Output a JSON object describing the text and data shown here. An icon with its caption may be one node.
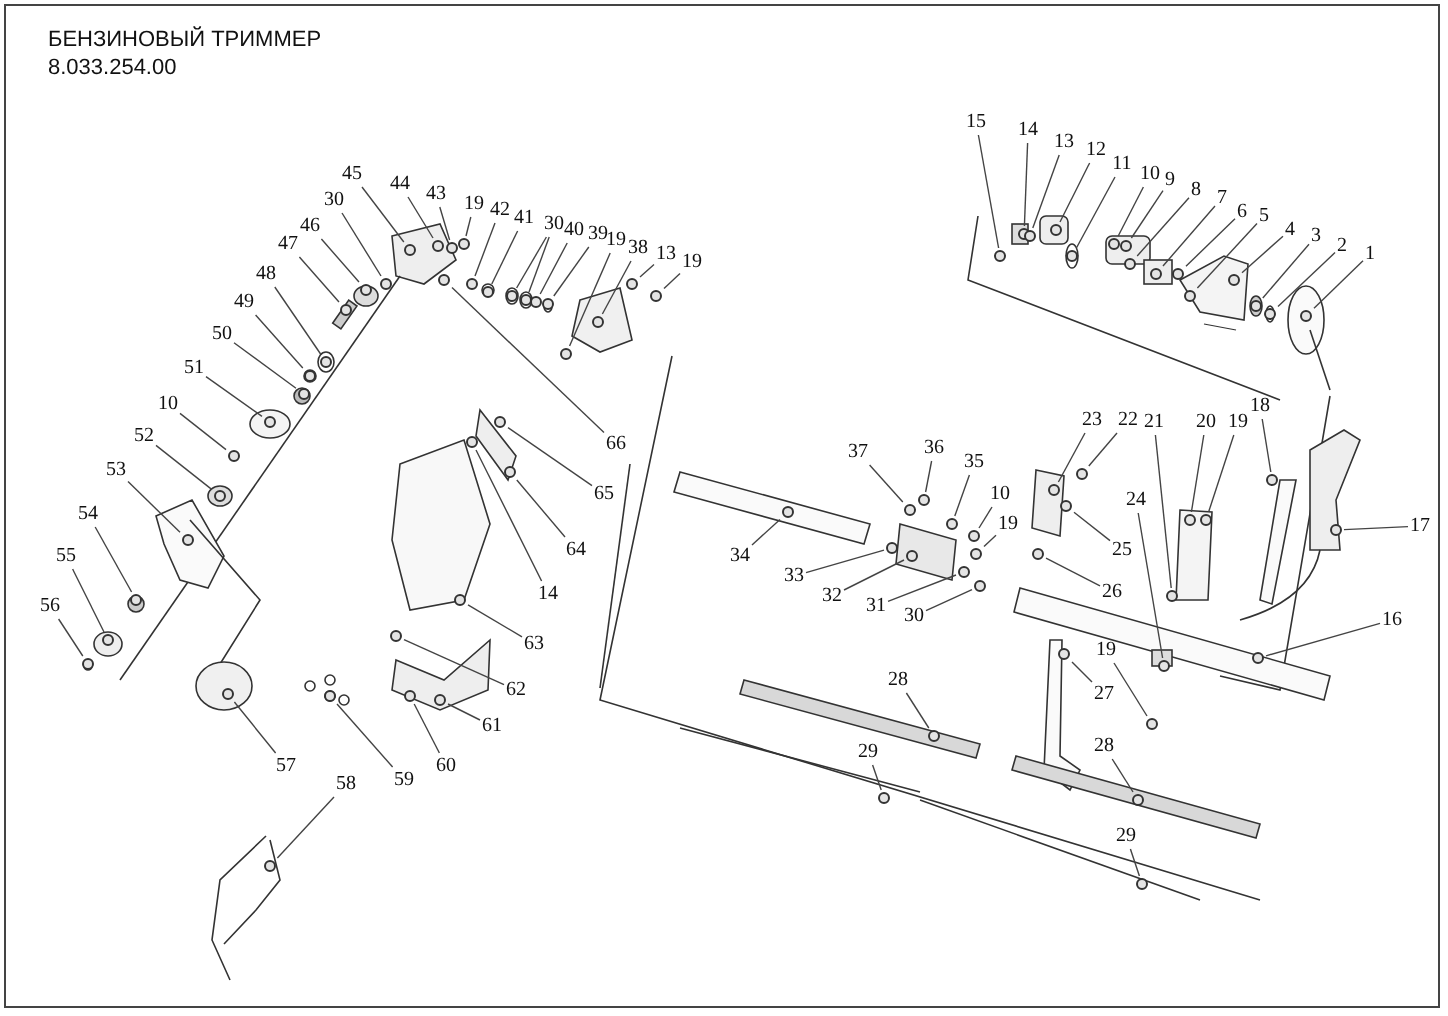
{
  "diagram": {
    "title": "БЕНЗИНОВЫЙ ТРИММЕР",
    "nodes": [
      {
        "text": [
          "15"
        ]
      },
      {
        "text": [
          "14"
        ]
      },
      {
        "text": [
          "13"
        ]
      },
      {
        "text": [
          "12"
        ]
      },
      {
        "text": [
          "11"
        ]
      },
      {
        "text": [
          "10"
        ]
      },
      {
        "text": [
          "9"
        ]
      },
      {
        "text": [
          "8"
        ]
      },
      {
        "text": [
          "7"
        ]
      },
      {
        "text": [
          "6"
        ]
      },
      {
        "text": [
          "5"
        ]
      },
      {
        "text": [
          "4"
        ]
      },
      {
        "text": [
          "3"
        ]
      },
      {
        "text": [
          "2"
        ]
      },
      {
        "text": [
          "1"
        ]
      },
      {
        "text": [
          "45"
        ]
      },
      {
        "text": [
          "30"
        ]
      },
      {
        "text": [
          "44"
        ]
      },
      {
        "text": [
          "43"
        ]
      },
      {
        "text": [
          "19"
        ]
      },
      {
        "text": [
          "42"
        ]
      },
      {
        "text": [
          "41"
        ]
      },
      {
        "text": [
          "30"
        ]
      },
      {
        "text": [
          "40"
        ]
      },
      {
        "text": [
          "39"
        ]
      },
      {
        "text": [
          "19"
        ]
      },
      {
        "text": [
          "38"
        ]
      },
      {
        "text": [
          "13"
        ]
      },
      {
        "text": [
          "19"
        ]
      },
      {
        "text": [
          "46"
        ]
      },
      {
        "text": [
          "47"
        ]
      },
      {
        "text": [
          "48"
        ]
      },
      {
        "text": [
          "49"
        ]
      },
      {
        "text": [
          "50"
        ]
      },
      {
        "text": [
          "51"
        ]
      },
      {
        "text": [
          "10"
        ]
      },
      {
        "text": [
          "52"
        ]
      },
      {
        "text": [
          "53"
        ]
      },
      {
        "text": [
          "54"
        ]
      },
      {
        "text": [
          "55"
        ]
      },
      {
        "text": [
          "56"
        ]
      },
      {
        "text": [
          "66"
        ]
      },
      {
        "text": [
          "65"
        ]
      },
      {
        "text": [
          "64"
        ]
      },
      {
        "text": [
          "14"
        ]
      },
      {
        "text": [
          "63"
        ]
      },
      {
        "text": [
          "62"
        ]
      },
      {
        "text": [
          "61"
        ]
      },
      {
        "text": [
          "60"
        ]
      },
      {
        "text": [
          "59"
        ]
      },
      {
        "text": [
          "57"
        ]
      },
      {
        "text": [
          "58"
        ]
      },
      {
        "text": [
          "37"
        ]
      },
      {
        "text": [
          "36"
        ]
      },
      {
        "text": [
          "35"
        ]
      },
      {
        "text": [
          "10"
        ]
      },
      {
        "text": [
          "19"
        ]
      },
      {
        "text": [
          "34"
        ]
      },
      {
        "text": [
          "33"
        ]
      },
      {
        "text": [
          "32"
        ]
      },
      {
        "text": [
          "31"
        ]
      },
      {
        "text": [
          "30"
        ]
      },
      {
        "text": [
          "23"
        ]
      },
      {
        "text": [
          "22"
        ]
      },
      {
        "text": [
          "21"
        ]
      },
      {
        "text": [
          "20"
        ]
      },
      {
        "text": [
          "19"
        ]
      },
      {
        "text": [
          "18"
        ]
      },
      {
        "text": [
          "17"
        ]
      },
      {
        "text": [
          "24"
        ]
      },
      {
        "text": [
          "25"
        ]
      },
      {
        "text": [
          "26"
        ]
      },
      {
        "text": [
          "16"
        ]
      },
      {
        "text": [
          "19"
        ]
      },
      {
        "text": [
          "27"
        ]
      },
      {
        "text": [
          "28"
        ]
      },
      {
        "text": [
          "29"
        ]
      },
      {
        "text": [
          "28"
        ]
      },
      {
        "text": [
          "29"
        ]
      },
      {
        "text": [],
        "shape": "circle"
      },
      {
        "text": [],
        "shape": "circle"
      },
      {
        "text": [],
        "shape": "circle"
      },
      {
        "text": [],
        "shape": "circle"
      },
      {
        "text": [],
        "shape": "circle"
      },
      {
        "text": [],
        "shape": "circle"
      },
      {
        "text": [],
        "shape": "circle"
      },
      {
        "text": [],
        "shape": "circle"
      },
      {
        "text": [],
        "shape": "circle"
      },
      {
        "text": [],
        "shape": "circle"
      },
      {
        "text": [],
        "shape": "circle"
      },
      {
        "text": [],
        "shape": "circle"
      },
      {
        "text": [],
        "shape": "circle"
      },
      {
        "text": [],
        "shape": "circle"
      },
      {
        "text": [],
        "shape": "circle"
      },
      {
        "text": [],
        "shape": "circle"
      },
      {
        "text": [],
        "shape": "circle"
      },
      {
        "text": [],
        "shape": "circle"
      },
      {
        "text": [],
        "shape": "circle"
      },
      {
        "text": [],
        "shape": "circle"
      },
      {
        "text": [],
        "shape": "circle"
      },
      {
        "text": [],
        "shape": "circle"
      },
      {
        "text": [],
        "shape": "circle"
      },
      {
        "text": [],
        "shape": "circle"
      },
      {
        "text": [],
        "shape": "circle"
      },
      {
        "text": [],
        "shape": "circle"
      },
      {
        "text": [],
        "shape": "circle"
      },
      {
        "text": [],
        "shape": "circle"
      },
      {
        "text": [],
        "shape": "circle"
      },
      {
        "text": [],
        "shape": "circle"
      },
      {
        "text": [],
        "shape": "circle"
      },
      {
        "text": [],
        "shape": "circle"
      },
      {
        "text": [],
        "shape": "circle"
      },
      {
        "text": [],
        "shape": "circle"
      },
      {
        "text": [],
        "shape": "circle"
      },
      {
        "text": [],
        "shape": "circle"
      },
      {
        "text": [],
        "shape": "circle"
      },
      {
        "text": [],
        "shape": "circle"
      },
      {
        "text": [],
        "shape": "circle"
      },
      {
        "text": [],
        "shape": "circle"
      },
      {
        "text": [],
        "shape": "circle"
      },
      {
        "text": [],
        "shape": "circle"
      },
      {
        "text": [],
        "shape": "circle"
      },
      {
        "text": [],
        "shape": "circle"
      },
      {
        "text": [],
        "shape": "circle"
      },
      {
        "text": [],
        "shape": "circle"
      },
      {
        "text": [],
        "shape": "circle"
      },
      {
        "text": [],
        "shape": "circle"
      },
      {
        "text": [],
        "shape": "circle"
      },
      {
        "text": [],
        "shape": "circle"
      },
      {
        "text": [],
        "shape": "circle"
      },
      {
        "text": [],
        "shape": "circle"
      },
      {
        "text": [],
        "shape": "circle"
      },
      {
        "text": [],
        "shape": "circle"
      },
      {
        "text": [],
        "shape": "circle"
      },
      {
        "text": [],
        "shape": "circle"
      },
      {
        "text": [],
        "shape": "circle"
      },
      {
        "text": [],
        "shape": "circle"
      },
      {
        "text": [],
        "shape": "circle"
      },
      {
        "text": [],
        "shape": "circle"
      },
      {
        "text": [],
        "shape": "circle"
      },
      {
        "text": [],
        "shape": "circle"
      },
      {
        "text": [],
        "shape": "circle"
      },
      {
        "text": [],
        "shape": "circle"
      },
      {
        "text": [],
        "shape": "circle"
      },
      {
        "text": [],
        "shape": "circle"
      },
      {
        "text": [],
        "shape": "circle"
      },
      {
        "text": [],
        "shape": "circle"
      },
      {
        "text": [],
        "shape": "circle"
      },
      {
        "text": [],
        "shape": "circle"
      },
      {
        "text": [],
        "shape": "circle"
      },
      {
        "text": [],
        "shape": "circle"
      },
      {
        "text": [],
        "shape": "circle"
      },
      {
        "text": [],
        "shape": "circle"
      },
      {
        "text": [],
        "shape": "circle"
      },
      {
        "text": [],
        "shape": "circle"
      },
      {
        "text": [],
        "shape": "circle"
      },
      {
        "text": [],
        "shape": "circle"
      },
      {
        "text": [],
        "shape": "circle"
      },
      {
        "text": [],
        "shape": "circle"
      }
    ],
    "edges": [
      {
        "from": 0,
        "to": 79,
        "arrow": "none"
      },
      {
        "from": 1,
        "to": 80,
        "arrow": "none"
      },
      {
        "from": 2,
        "to": 81,
        "arrow": "none"
      },
      {
        "from": 3,
        "to": 82,
        "arrow": "none"
      },
      {
        "from": 4,
        "to": 83,
        "arrow": "none"
      },
      {
        "from": 5,
        "to": 84,
        "arrow": "none"
      },
      {
        "from": 6,
        "to": 85,
        "arrow": "none"
      },
      {
        "from": 7,
        "to": 86,
        "arrow": "none"
      },
      {
        "from": 8,
        "to": 87,
        "arrow": "none"
      },
      {
        "from": 9,
        "to": 88,
        "arrow": "none"
      },
      {
        "from": 10,
        "to": 89,
        "arrow": "none"
      },
      {
        "from": 11,
        "to": 90,
        "arrow": "none"
      },
      {
        "from": 12,
        "to": 91,
        "arrow": "none"
      },
      {
        "from": 13,
        "to": 92,
        "arrow": "none"
      },
      {
        "from": 14,
        "to": 93,
        "arrow": "none"
      },
      {
        "from": 15,
        "to": 94,
        "arrow": "none"
      },
      {
        "from": 16,
        "to": 95,
        "arrow": "none"
      },
      {
        "from": 17,
        "to": 96,
        "arrow": "none"
      },
      {
        "from": 18,
        "to": 97,
        "arrow": "none"
      },
      {
        "from": 19,
        "to": 98,
        "arrow": "none"
      },
      {
        "from": 20,
        "to": 99,
        "arrow": "none"
      },
      {
        "from": 21,
        "to": 100,
        "arrow": "none"
      },
      {
        "from": 22,
        "to": 101,
        "arrow": "none"
      },
      {
        "from": 22,
        "to": 102,
        "arrow": "none"
      },
      {
        "from": 23,
        "to": 103,
        "arrow": "none"
      },
      {
        "from": 24,
        "to": 104,
        "arrow": "none"
      },
      {
        "from": 25,
        "to": 105,
        "arrow": "none"
      },
      {
        "from": 26,
        "to": 106,
        "arrow": "none"
      },
      {
        "from": 27,
        "to": 107,
        "arrow": "none"
      },
      {
        "from": 28,
        "to": 108,
        "arrow": "none"
      },
      {
        "from": 29,
        "to": 109,
        "arrow": "none"
      },
      {
        "from": 30,
        "to": 110,
        "arrow": "none"
      },
      {
        "from": 31,
        "to": 111,
        "arrow": "none"
      },
      {
        "from": 32,
        "to": 112,
        "arrow": "none"
      },
      {
        "from": 33,
        "to": 113,
        "arrow": "none"
      },
      {
        "from": 34,
        "to": 114,
        "arrow": "none"
      },
      {
        "from": 35,
        "to": 115,
        "arrow": "none"
      },
      {
        "from": 36,
        "to": 116,
        "arrow": "none"
      },
      {
        "from": 37,
        "to": 117,
        "arrow": "none"
      },
      {
        "from": 38,
        "to": 118,
        "arrow": "none"
      },
      {
        "from": 39,
        "to": 119,
        "arrow": "none"
      },
      {
        "from": 40,
        "to": 120,
        "arrow": "none"
      },
      {
        "from": 41,
        "to": 121,
        "arrow": "none"
      },
      {
        "from": 42,
        "to": 122,
        "arrow": "none"
      },
      {
        "from": 43,
        "to": 123,
        "arrow": "none"
      },
      {
        "from": 44,
        "to": 124,
        "arrow": "none"
      },
      {
        "from": 45,
        "to": 125,
        "arrow": "none"
      },
      {
        "from": 46,
        "to": 126,
        "arrow": "none"
      },
      {
        "from": 47,
        "to": 127,
        "arrow": "none"
      },
      {
        "from": 48,
        "to": 128,
        "arrow": "none"
      },
      {
        "from": 49,
        "to": 129,
        "arrow": "none"
      },
      {
        "from": 50,
        "to": 130,
        "arrow": "none"
      },
      {
        "from": 51,
        "to": 131,
        "arrow": "none"
      },
      {
        "from": 52,
        "to": 132,
        "arrow": "none"
      },
      {
        "from": 53,
        "to": 133,
        "arrow": "none"
      },
      {
        "from": 54,
        "to": 134,
        "arrow": "none"
      },
      {
        "from": 55,
        "to": 135,
        "arrow": "none"
      },
      {
        "from": 56,
        "to": 136,
        "arrow": "none"
      },
      {
        "from": 57,
        "to": 137,
        "arrow": "none"
      },
      {
        "from": 58,
        "to": 138,
        "arrow": "none"
      },
      {
        "from": 59,
        "to": 139,
        "arrow": "none"
      },
      {
        "from": 60,
        "to": 140,
        "arrow": "none"
      },
      {
        "from": 61,
        "to": 141,
        "arrow": "none"
      },
      {
        "from": 62,
        "to": 142,
        "arrow": "none"
      },
      {
        "from": 63,
        "to": 143,
        "arrow": "none"
      },
      {
        "from": 64,
        "to": 144,
        "arrow": "none"
      },
      {
        "from": 65,
        "to": 145,
        "arrow": "none"
      },
      {
        "from": 66,
        "to": 146,
        "arrow": "none"
      },
      {
        "from": 67,
        "to": 147,
        "arrow": "none"
      },
      {
        "from": 68,
        "to": 148,
        "arrow": "none"
      },
      {
        "from": 69,
        "to": 149,
        "arrow": "none"
      },
      {
        "from": 70,
        "to": 150,
        "arrow": "none"
      },
      {
        "from": 71,
        "to": 151,
        "arrow": "none"
      },
      {
        "from": 72,
        "to": 152,
        "arrow": "none"
      },
      {
        "from": 73,
        "to": 153,
        "arrow": "none"
      },
      {
        "from": 74,
        "to": 154,
        "arrow": "none"
      },
      {
        "from": 75,
        "to": 155,
        "arrow": "none"
      },
      {
        "from": 76,
        "to": 156,
        "arrow": "none"
      },
      {
        "from": 77,
        "to": 157,
        "arrow": "none"
      },
      {
        "from": 78,
        "to": 158,
        "arrow": "none"
      }
    ],
    "labels": [
      "8.033.254.00"
    ]
  }
}
